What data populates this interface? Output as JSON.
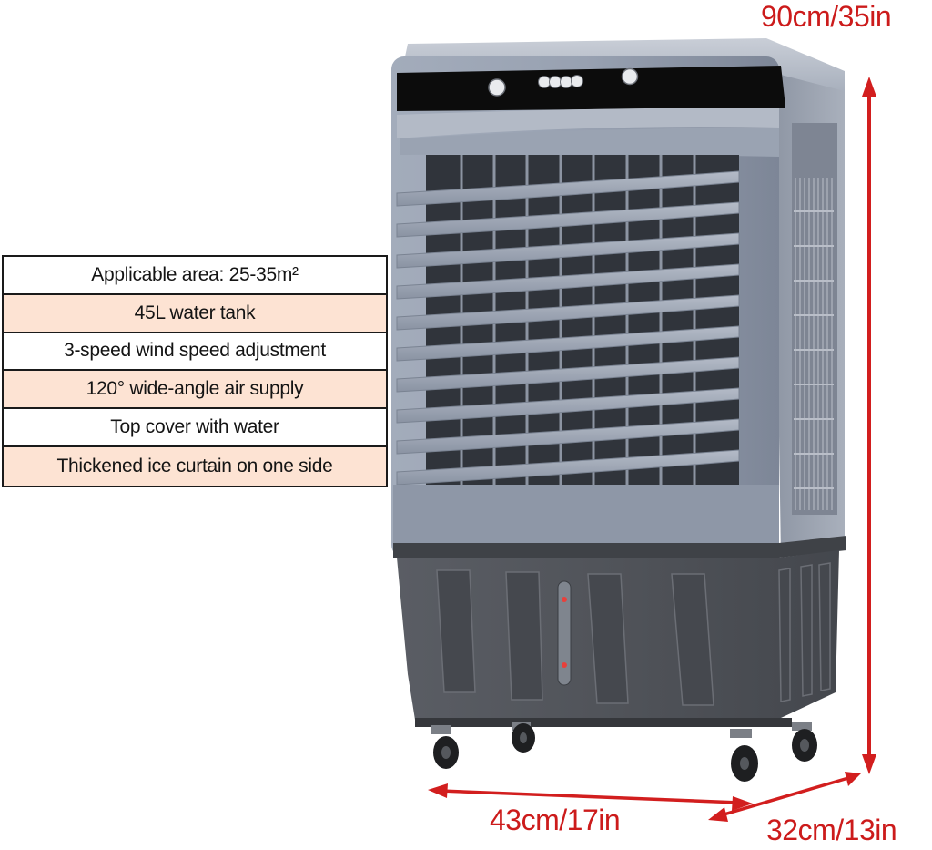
{
  "spec_table": {
    "rows": [
      {
        "label": "Applicable area: 25-35m²",
        "highlight": false
      },
      {
        "label": "45L water tank",
        "highlight": true
      },
      {
        "label": "3-speed wind speed adjustment",
        "highlight": false
      },
      {
        "label": "120° wide-angle air supply",
        "highlight": true
      },
      {
        "label": "Top cover with water",
        "highlight": false
      },
      {
        "label": "Thickened ice curtain on one side",
        "highlight": true
      }
    ],
    "highlight_color": "#fde3d3",
    "border_color": "#1a1a1a"
  },
  "dimensions": {
    "height": "90cm/35in",
    "width": "43cm/17in",
    "depth": "32cm/13in",
    "color": "#cc1b1b"
  },
  "product": {
    "name": "evaporative air cooler",
    "body_color": "#8d96a6",
    "panel_color": "#0d0d0d",
    "base_color": "#4f5258",
    "control_buttons": 6,
    "louvers": 10,
    "wheels": 4
  }
}
